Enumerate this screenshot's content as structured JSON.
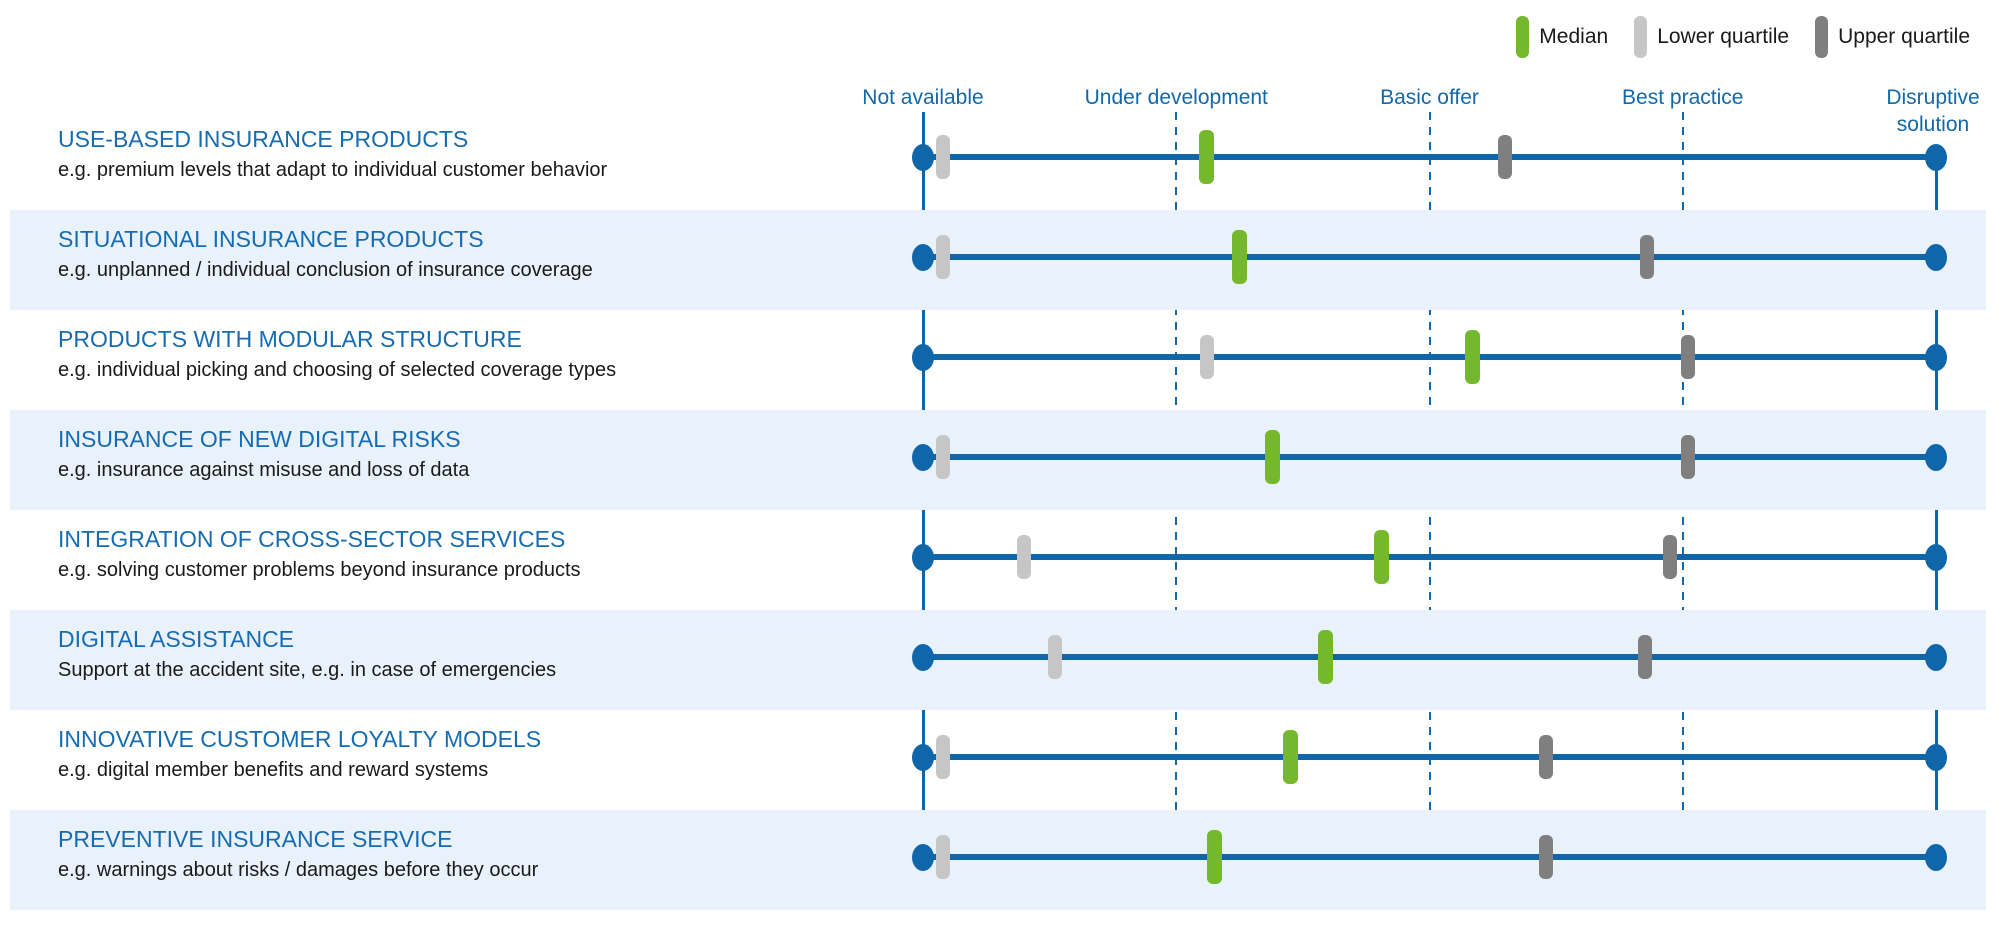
{
  "legend": {
    "items": [
      {
        "id": "median",
        "label": "Median",
        "color": "#76b82d"
      },
      {
        "id": "lower",
        "label": "Lower quartile",
        "color": "#c6c6c6"
      },
      {
        "id": "upper",
        "label": "Upper quartile",
        "color": "#7f7f7f"
      }
    ]
  },
  "axis": {
    "labels": [
      "Not available",
      "Under development",
      "Basic offer",
      "Best practice",
      "Disruptive solution"
    ]
  },
  "rows": [
    {
      "title": "USE-BASED INSURANCE PRODUCTS",
      "subtitle": "e.g. premium levels that adapt to individual customer behavior"
    },
    {
      "title": "SITUATIONAL INSURANCE PRODUCTS",
      "subtitle": "e.g. unplanned / individual conclusion of insurance coverage"
    },
    {
      "title": "PRODUCTS WITH MODULAR STRUCTURE",
      "subtitle": "e.g. individual picking and choosing of selected coverage types"
    },
    {
      "title": "INSURANCE OF NEW DIGITAL RISKS",
      "subtitle": "e.g. insurance against misuse and loss of data"
    },
    {
      "title": "INTEGRATION OF CROSS-SECTOR SERVICES",
      "subtitle": "e.g. solving customer problems beyond insurance products"
    },
    {
      "title": "DIGITAL ASSISTANCE",
      "subtitle": "Support at the accident site, e.g. in case of emergencies"
    },
    {
      "title": "INNOVATIVE CUSTOMER LOYALTY MODELS",
      "subtitle": "e.g. digital member benefits and reward systems"
    },
    {
      "title": "PREVENTIVE INSURANCE SERVICE",
      "subtitle": "e.g. warnings about risks / damages before they occur"
    }
  ],
  "chart_data": {
    "type": "scatter",
    "subtype": "quartile-range-dot-plot",
    "x_scale": {
      "min": 0,
      "max": 4,
      "tick_labels": [
        "Not available",
        "Under development",
        "Basic offer",
        "Best practice",
        "Disruptive solution"
      ],
      "tick_values": [
        0,
        1,
        2,
        3,
        4
      ],
      "gridlines": "vertical, dashed for inner ticks, solid for endpoints"
    },
    "categories": [
      "USE-BASED INSURANCE PRODUCTS",
      "SITUATIONAL INSURANCE PRODUCTS",
      "PRODUCTS WITH MODULAR STRUCTURE",
      "INSURANCE OF NEW DIGITAL RISKS",
      "INTEGRATION OF CROSS-SECTOR SERVICES",
      "DIGITAL ASSISTANCE",
      "INNOVATIVE CUSTOMER LOYALTY MODELS",
      "PREVENTIVE INSURANCE SERVICE"
    ],
    "series": [
      {
        "name": "Lower quartile",
        "color": "#c6c6c6",
        "values": [
          0.08,
          0.08,
          1.12,
          0.08,
          0.4,
          0.52,
          0.08,
          0.08
        ]
      },
      {
        "name": "Median",
        "color": "#76b82d",
        "values": [
          1.12,
          1.25,
          2.17,
          1.38,
          1.81,
          1.59,
          1.45,
          1.15
        ]
      },
      {
        "name": "Upper quartile",
        "color": "#7f7f7f",
        "values": [
          2.3,
          2.86,
          3.02,
          3.02,
          2.95,
          2.85,
          2.46,
          2.46
        ]
      }
    ],
    "legend_position": "top-right",
    "notes": "Each row is a horizontal scale from Not available to Disruptive solution with solid endpoint dots; markers show lower quartile, median and upper quartile."
  },
  "colors": {
    "scale_line": "#0f67a9",
    "header_text": "#1268a8",
    "row_title_text": "#176cb1",
    "band_fill": "#e9f1fa",
    "median": "#76b82d",
    "lower_quartile": "#c6c6c6",
    "upper_quartile": "#7f7f7f"
  }
}
